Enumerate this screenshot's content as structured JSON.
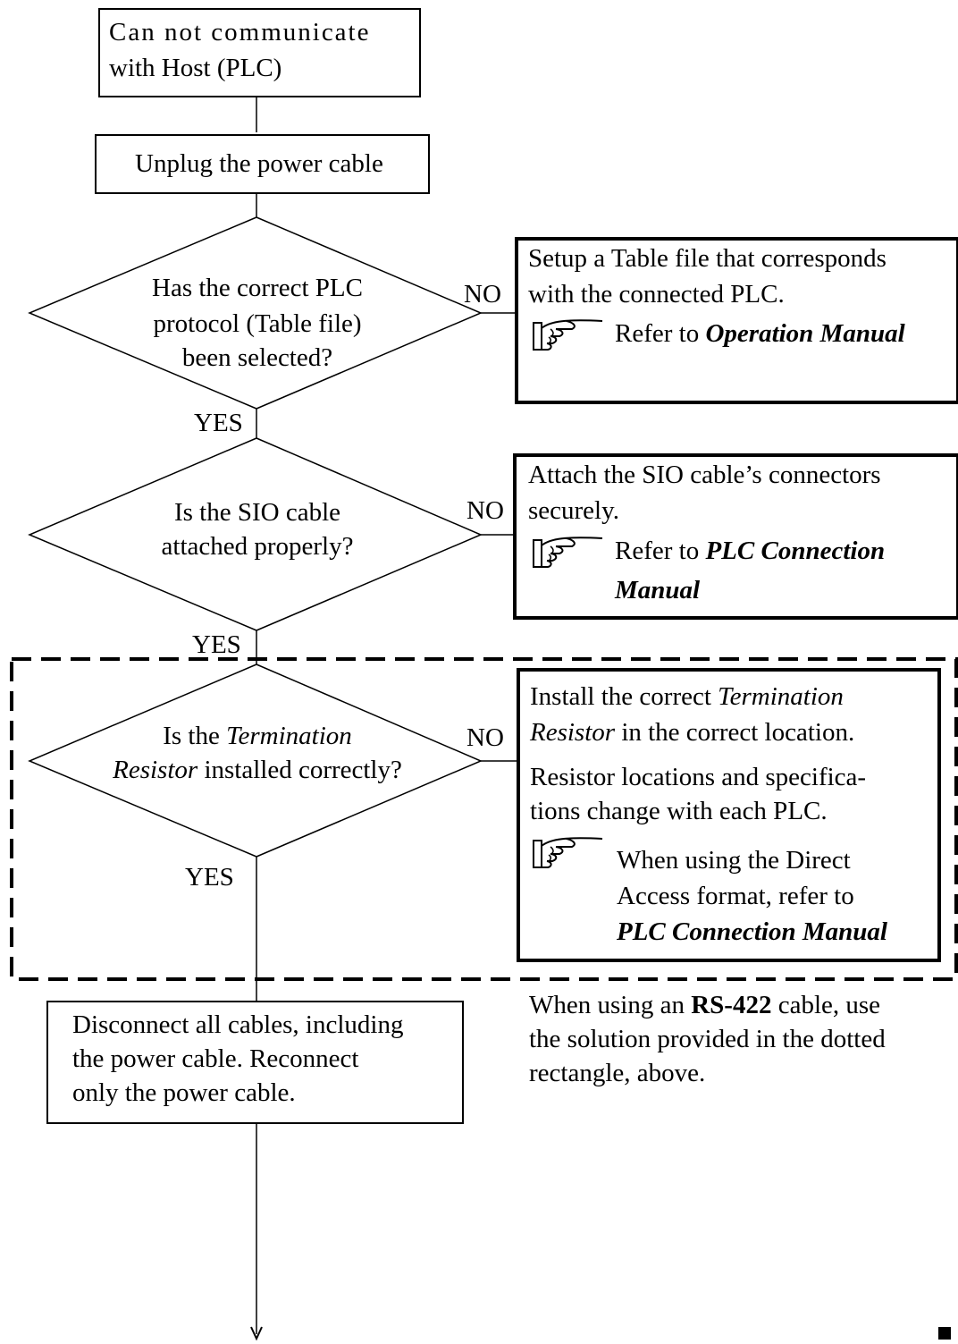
{
  "start": {
    "line1": "Can not communicate",
    "line2": "with Host (PLC)"
  },
  "step1": {
    "label": "Unplug the power cable"
  },
  "q1": {
    "line1": "Has the correct PLC",
    "line2": "protocol (Table file)",
    "line3": "been selected?",
    "no": "NO",
    "yes": "YES",
    "action": {
      "line1": "Setup a Table file that corresponds",
      "line2": "with the connected PLC.",
      "refer_prefix": "Refer to ",
      "refer_manual": "Operation Manual"
    }
  },
  "q2": {
    "line1": "Is the SIO cable",
    "line2": "attached properly?",
    "no": "NO",
    "yes": "YES",
    "action": {
      "line1": "Attach the SIO cable’s connectors",
      "line2": "securely.",
      "refer_prefix": "Refer to ",
      "refer_manual_1": "PLC Connection",
      "refer_manual_2": "Manual"
    }
  },
  "q3": {
    "line1_prefix": "Is the ",
    "line1_italic": "Termination",
    "line2_italic": "Resistor",
    "line2_suffix": " installed correctly?",
    "no": "NO",
    "yes": "YES",
    "action": {
      "line1_prefix": "Install the correct ",
      "line1_italic": "Termination",
      "line2_italic": "Resistor",
      "line2_suffix": " in the correct location.",
      "line3": "Resistor locations and specifica-",
      "line4": "tions change with each PLC.",
      "line5": "When using the Direct",
      "line6": "Access format, refer to",
      "line7": "PLC Connection Manual"
    }
  },
  "step2": {
    "line1": "Disconnect all cables, including",
    "line2": "the power cable. Reconnect",
    "line3": "only the power cable."
  },
  "note": {
    "line1_prefix": "When using an ",
    "line1_bold": "RS-422",
    "line1_suffix": " cable, use",
    "line2": "the solution provided in the dotted",
    "line3": "rectangle, above."
  },
  "icons": [
    "pointing-hand-icon",
    "pointing-hand-icon",
    "pointing-hand-icon"
  ]
}
